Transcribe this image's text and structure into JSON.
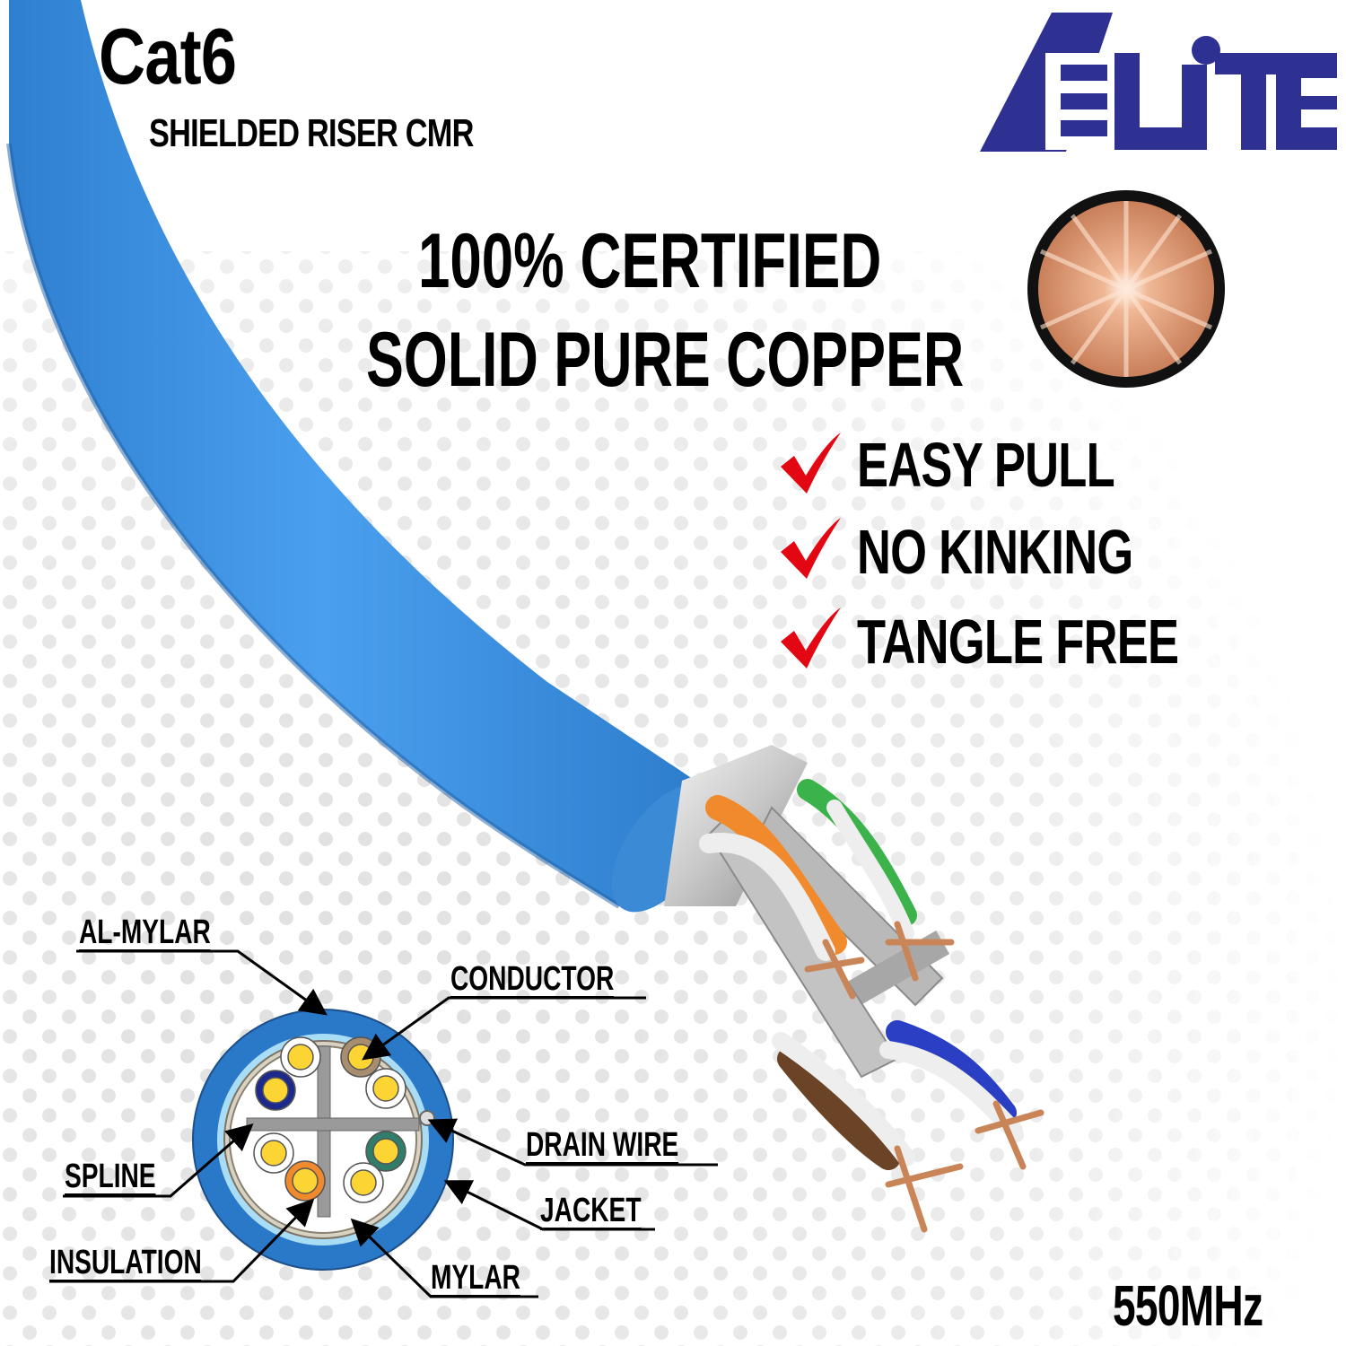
{
  "header": {
    "title": "Cat6",
    "subtitle": "SHIELDED RISER CMR"
  },
  "brand": {
    "logo_text": "ELITE",
    "color": "#2e3192"
  },
  "headline": {
    "line1": "100% CERTIFIED",
    "line2": "SOLID PURE COPPER",
    "copper_icon": "copper-cross-section-icon"
  },
  "features": [
    {
      "icon": "red-checkmark-icon",
      "label": "EASY PULL"
    },
    {
      "icon": "red-checkmark-icon",
      "label": "NO KINKING"
    },
    {
      "icon": "red-checkmark-icon",
      "label": "TANGLE FREE"
    }
  ],
  "diagram": {
    "labels": {
      "al_mylar": "AL-MYLAR",
      "conductor": "CONDUCTOR",
      "drain_wire": "DRAIN WIRE",
      "spline": "SPLINE",
      "jacket": "JACKET",
      "insulation": "INSULATION",
      "mylar": "MYLAR"
    }
  },
  "spec": {
    "frequency": "550MHz"
  },
  "colors": {
    "cable_blue": "#3d8fdc",
    "jacket_blue": "#2a78c8",
    "check_red": "#e30613",
    "copper": "#d08a62",
    "conductor_yellow": "#fcd535"
  }
}
